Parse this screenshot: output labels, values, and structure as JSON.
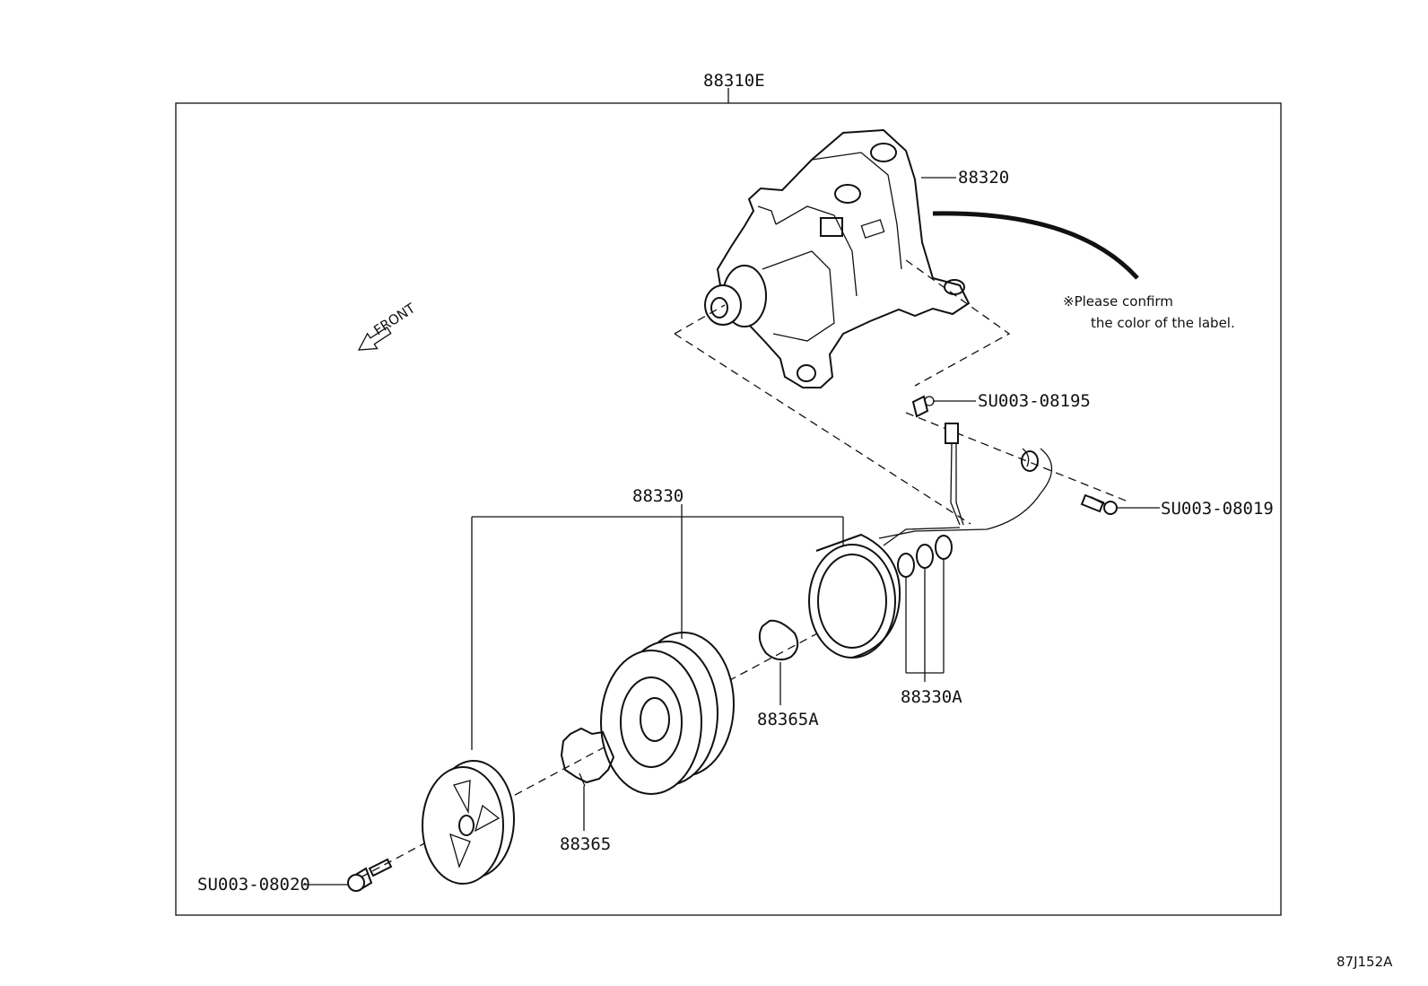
{
  "labels": {
    "assembly": "88310E",
    "compressor": "88320",
    "clutch_assy": "88330",
    "shim_set": "88330A",
    "snap_ring_a": "88365A",
    "snap_ring": "88365",
    "bolt_front": "SU003-08020",
    "bolt_rear": "SU003-08019",
    "clip": "SU003-08195",
    "front_arrow": "FRONT",
    "figure_code": "87J152A"
  },
  "note": {
    "line1": "※Please confirm",
    "line2": "the color of the label."
  }
}
